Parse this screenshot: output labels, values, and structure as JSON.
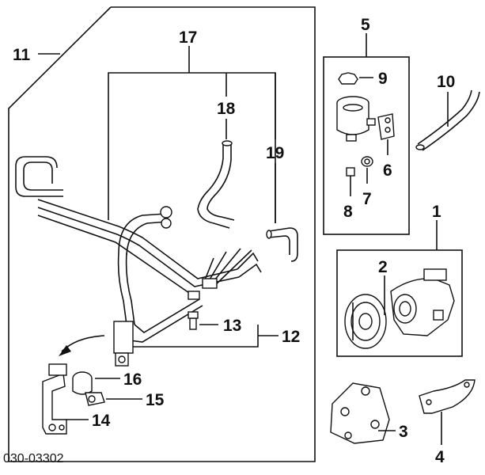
{
  "diagram": {
    "part_labels": {
      "p1": "1",
      "p2": "2",
      "p3": "3",
      "p4": "4",
      "p5": "5",
      "p6": "6",
      "p7": "7",
      "p8": "8",
      "p9": "9",
      "p10": "10",
      "p11": "11",
      "p12": "12",
      "p13": "13",
      "p14": "14",
      "p15": "15",
      "p16": "16",
      "p17": "17",
      "p18": "18",
      "p19": "19"
    },
    "code": "030-03302"
  },
  "colors": {
    "line": "#111111",
    "background": "#ffffff"
  }
}
